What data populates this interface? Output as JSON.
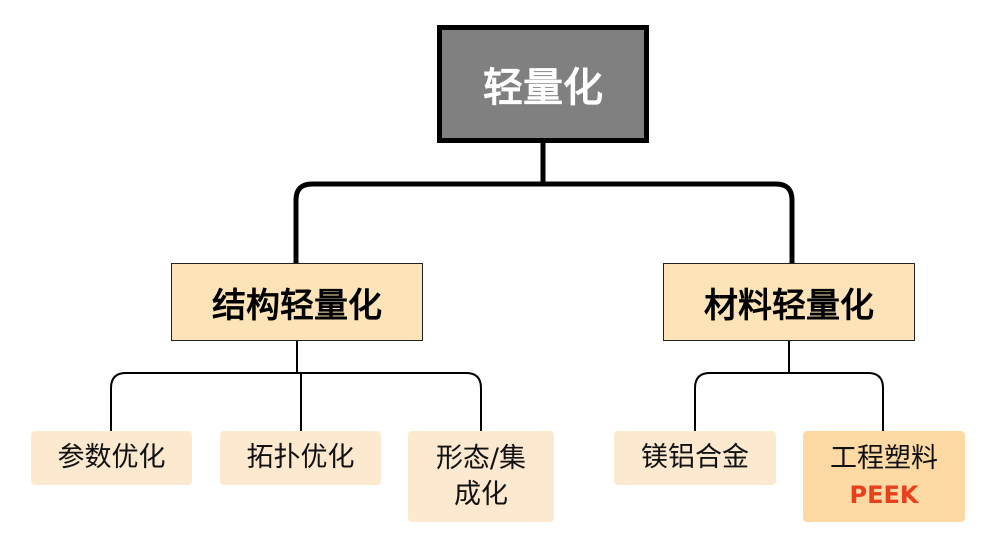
{
  "diagram": {
    "root": "轻量化",
    "branches": [
      {
        "label": "结构轻量化",
        "leaves": [
          {
            "label": "参数优化"
          },
          {
            "label": "拓扑优化"
          },
          {
            "label_line1": "形态/集",
            "label_line2": "成化"
          }
        ]
      },
      {
        "label": "材料轻量化",
        "leaves": [
          {
            "label": "镁铝合金"
          },
          {
            "label": "工程塑料",
            "highlight": "PEEK"
          }
        ]
      }
    ],
    "colors": {
      "root_fill": "#808080",
      "branch_fill": "#fde3b8",
      "leaf_fill": "#fde9cf",
      "highlight_leaf_fill": "#fdd9a4",
      "highlight_text": "#e8401c"
    }
  }
}
